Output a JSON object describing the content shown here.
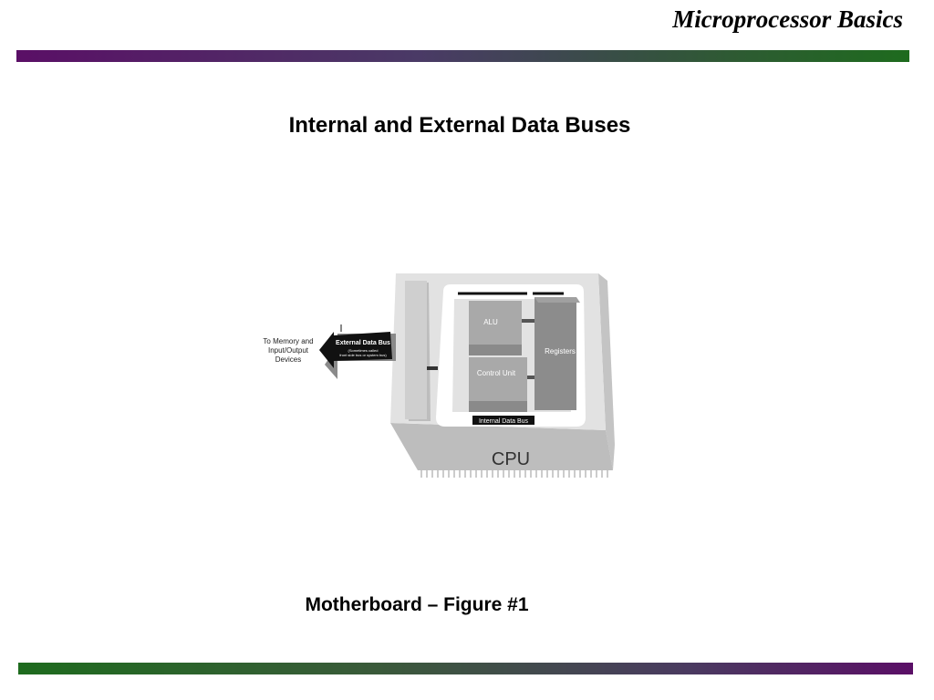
{
  "header": {
    "title": "Microprocessor Basics"
  },
  "slide": {
    "title": "Internal and External Data Buses",
    "caption": "Motherboard – Figure #1"
  },
  "diagram": {
    "external_destination": [
      "To Memory and",
      "Input/Output",
      "Devices"
    ],
    "external_bus_label": "External Data Bus",
    "external_bus_note": [
      "(Sometimes called",
      "front side bus or system bus)"
    ],
    "alu_label": "ALU",
    "control_unit_label": "Control Unit",
    "registers_label": "Registers",
    "internal_bus_label": "Internal Data Bus",
    "cpu_label": "CPU"
  },
  "colors": {
    "top_bar_start": "#5a0f66",
    "top_bar_end": "#1e6b1e",
    "chip_face": "#e2e2e2",
    "chip_side": "#bdbdbd",
    "block_medium": "#a9a9a9",
    "block_dark": "#8a8a8a",
    "bus_label_bg": "#111111"
  }
}
